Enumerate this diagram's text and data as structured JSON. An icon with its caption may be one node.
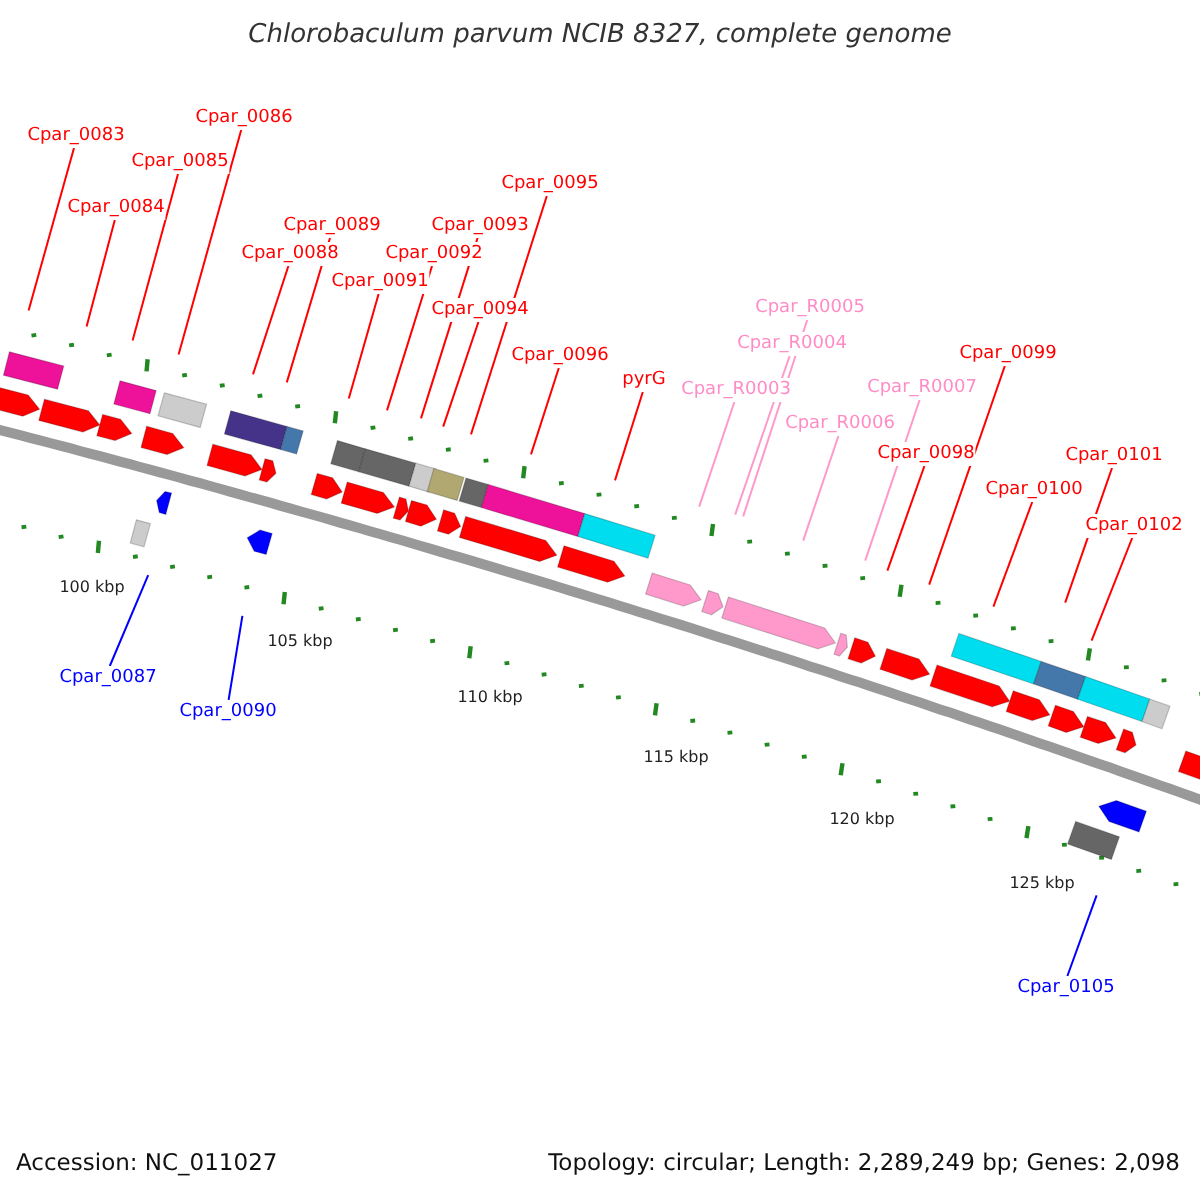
{
  "diagram": {
    "title": "Chlorobaculum parvum NCIB 8327, complete genome",
    "nodes": [
      {
        "text": [
          "Cpar_0083"
        ]
      },
      {
        "text": [
          "Cpar_0084"
        ]
      },
      {
        "text": [
          "Cpar_0085"
        ]
      },
      {
        "text": [
          "Cpar_0086"
        ]
      },
      {
        "text": [
          "Cpar_0087"
        ]
      },
      {
        "text": [
          "Cpar_0088"
        ]
      },
      {
        "text": [
          "Cpar_0089"
        ]
      },
      {
        "text": [
          "Cpar_0090"
        ]
      },
      {
        "text": [
          "Cpar_0091"
        ]
      },
      {
        "text": [
          "Cpar_0092"
        ]
      },
      {
        "text": [
          "Cpar_0093"
        ]
      },
      {
        "text": [
          "Cpar_0094"
        ]
      },
      {
        "text": [
          "Cpar_0095"
        ]
      },
      {
        "text": [
          "Cpar_0096"
        ]
      },
      {
        "text": [
          "pyrG"
        ]
      },
      {
        "text": [
          "Cpar_R0003"
        ]
      },
      {
        "text": [
          "Cpar_R0004"
        ]
      },
      {
        "text": [
          "Cpar_R0005"
        ]
      },
      {
        "text": [
          "Cpar_R0006"
        ]
      },
      {
        "text": [
          "Cpar_R0007"
        ]
      },
      {
        "text": [
          "Cpar_0098"
        ]
      },
      {
        "text": [
          "Cpar_0099"
        ]
      },
      {
        "text": [
          "Cpar_0100"
        ]
      },
      {
        "text": [
          "Cpar_0101"
        ]
      },
      {
        "text": [
          "Cpar_0102"
        ]
      },
      {
        "text": [
          "Cpar_0105"
        ]
      }
    ],
    "edges": [
      {
        "from": 0,
        "to": null,
        "arrow": "none"
      },
      {
        "from": 1,
        "to": null,
        "arrow": "none"
      },
      {
        "from": 2,
        "to": null,
        "arrow": "none"
      },
      {
        "from": 3,
        "to": null,
        "arrow": "none"
      },
      {
        "from": 4,
        "to": null,
        "arrow": "none",
        "color": "#0000ff"
      },
      {
        "from": 5,
        "to": null,
        "arrow": "none"
      },
      {
        "from": 6,
        "to": null,
        "arrow": "none"
      },
      {
        "from": 7,
        "to": null,
        "arrow": "none",
        "color": "#0000ff"
      },
      {
        "from": 8,
        "to": null,
        "arrow": "none"
      },
      {
        "from": 9,
        "to": null,
        "arrow": "none"
      },
      {
        "from": 10,
        "to": null,
        "arrow": "none"
      },
      {
        "from": 11,
        "to": null,
        "arrow": "none"
      },
      {
        "from": 12,
        "to": null,
        "arrow": "none"
      },
      {
        "from": 13,
        "to": null,
        "arrow": "none"
      },
      {
        "from": 14,
        "to": null,
        "arrow": "none"
      },
      {
        "from": 15,
        "to": null,
        "arrow": "none",
        "color": "#ff99cc"
      },
      {
        "from": 16,
        "to": null,
        "arrow": "none",
        "color": "#ff99cc"
      },
      {
        "from": 17,
        "to": null,
        "arrow": "none",
        "color": "#ff99cc"
      },
      {
        "from": 18,
        "to": null,
        "arrow": "none",
        "color": "#ff99cc"
      },
      {
        "from": 19,
        "to": null,
        "arrow": "none",
        "color": "#ff99cc"
      },
      {
        "from": 20,
        "to": null,
        "arrow": "none"
      },
      {
        "from": 21,
        "to": null,
        "arrow": "none"
      },
      {
        "from": 22,
        "to": null,
        "arrow": "none"
      },
      {
        "from": 23,
        "to": null,
        "arrow": "none"
      },
      {
        "from": 24,
        "to": null,
        "arrow": "none"
      },
      {
        "from": 25,
        "to": null,
        "arrow": "none",
        "color": "#0000ff"
      }
    ],
    "labels": [
      "100 kbp",
      "105 kbp",
      "110 kbp",
      "115 kbp",
      "120 kbp",
      "125 kbp",
      "Accession: NC_011027",
      "Topology: circular; Length: 2,289,249 bp; Genes: 2,098"
    ]
  }
}
